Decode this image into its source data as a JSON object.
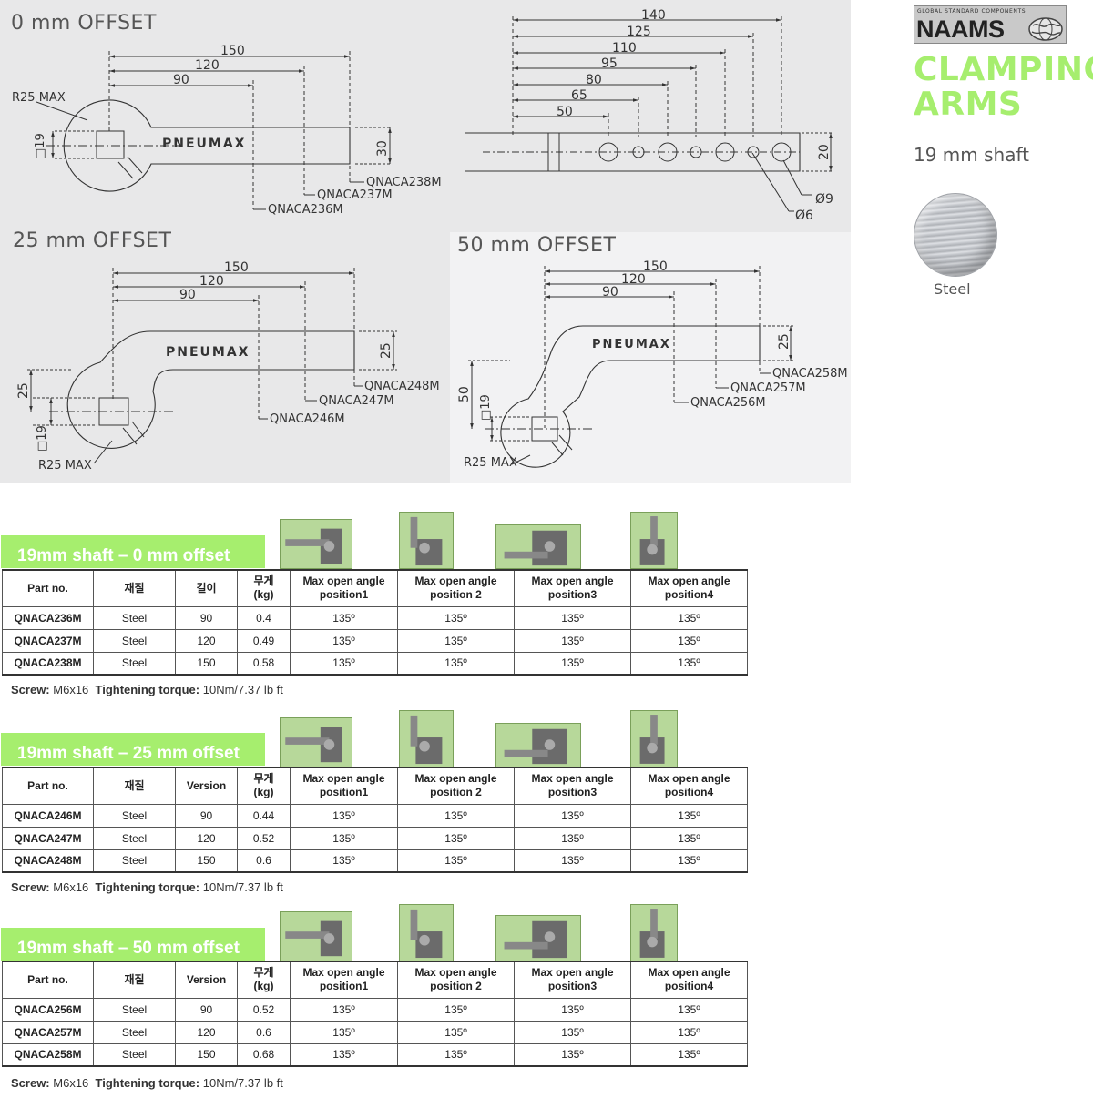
{
  "drawing": {
    "offset0": {
      "heading": "0 mm OFFSET",
      "dims": [
        "150",
        "120",
        "90"
      ],
      "r_label": "R25 MAX",
      "square": "□19",
      "height": "30",
      "brand_mark": "PNEUMAX",
      "parts": [
        "QNACA238M",
        "QNACA237M",
        "QNACA236M"
      ]
    },
    "holes": {
      "dims": [
        "140",
        "125",
        "110",
        "95",
        "80",
        "65",
        "50"
      ],
      "height": "20",
      "d9": "Ø9",
      "d6": "Ø6"
    },
    "offset25": {
      "heading": "25 mm OFFSET",
      "dims": [
        "150",
        "120",
        "90"
      ],
      "offset": "25",
      "height": "25",
      "square": "□19",
      "r_label": "R25 MAX",
      "brand_mark": "PNEUMAX",
      "parts": [
        "QNACA248M",
        "QNACA247M",
        "QNACA246M"
      ]
    },
    "offset50": {
      "heading": "50 mm OFFSET",
      "dims": [
        "150",
        "120",
        "90"
      ],
      "offset": "50",
      "height": "25",
      "square": "□19",
      "r_label": "R25 MAX",
      "brand_mark": "PNEUMAX",
      "parts": [
        "QNACA258M",
        "QNACA257M",
        "QNACA256M"
      ]
    }
  },
  "brand": {
    "logo_small": "GLOBAL STANDARD COMPONENTS",
    "logo_big": "NAAMS",
    "title_line1": "CLAMPING",
    "title_line2": "ARMS",
    "shaft": "19 mm shaft",
    "material": "Steel",
    "accent": "#a6ee6e"
  },
  "tables": [
    {
      "banner": "19mm shaft – 0 mm offset",
      "headers": [
        "Part no.",
        "재질",
        "길이",
        "무게\n(kg)",
        "Max open angle\nposition1",
        "Max open angle\nposition 2",
        "Max open angle\nposition3",
        "Max open angle\nposition4"
      ],
      "rows": [
        [
          "QNACA236M",
          "Steel",
          "90",
          "0.4",
          "135º",
          "135º",
          "135º",
          "135º"
        ],
        [
          "QNACA237M",
          "Steel",
          "120",
          "0.49",
          "135º",
          "135º",
          "135º",
          "135º"
        ],
        [
          "QNACA238M",
          "Steel",
          "150",
          "0.58",
          "135º",
          "135º",
          "135º",
          "135º"
        ]
      ],
      "note": {
        "screw_label": "Screw:",
        "screw": "M6x16",
        "torque_label": "Tightening torque:",
        "torque": "10Nm/7.37 lb ft"
      }
    },
    {
      "banner": "19mm shaft – 25 mm offset",
      "headers": [
        "Part no.",
        "재질",
        "Version",
        "무게\n(kg)",
        "Max open angle\nposition1",
        "Max open angle\nposition 2",
        "Max open angle\nposition3",
        "Max open angle\nposition4"
      ],
      "rows": [
        [
          "QNACA246M",
          "Steel",
          "90",
          "0.44",
          "135º",
          "135º",
          "135º",
          "135º"
        ],
        [
          "QNACA247M",
          "Steel",
          "120",
          "0.52",
          "135º",
          "135º",
          "135º",
          "135º"
        ],
        [
          "QNACA248M",
          "Steel",
          "150",
          "0.6",
          "135º",
          "135º",
          "135º",
          "135º"
        ]
      ],
      "note": {
        "screw_label": "Screw:",
        "screw": "M6x16",
        "torque_label": "Tightening torque:",
        "torque": "10Nm/7.37 lb ft"
      }
    },
    {
      "banner": "19mm shaft – 50 mm offset",
      "headers": [
        "Part no.",
        "재질",
        "Version",
        "무게\n(kg)",
        "Max open angle\nposition1",
        "Max open angle\nposition 2",
        "Max open angle\nposition3",
        "Max open angle\nposition4"
      ],
      "rows": [
        [
          "QNACA256M",
          "Steel",
          "90",
          "0.52",
          "135º",
          "135º",
          "135º",
          "135º"
        ],
        [
          "QNACA257M",
          "Steel",
          "120",
          "0.6",
          "135º",
          "135º",
          "135º",
          "135º"
        ],
        [
          "QNACA258M",
          "Steel",
          "150",
          "0.68",
          "135º",
          "135º",
          "135º",
          "135º"
        ]
      ],
      "note": {
        "screw_label": "Screw:",
        "screw": "M6x16",
        "torque_label": "Tightening torque:",
        "torque": "10Nm/7.37 lb ft"
      }
    }
  ]
}
